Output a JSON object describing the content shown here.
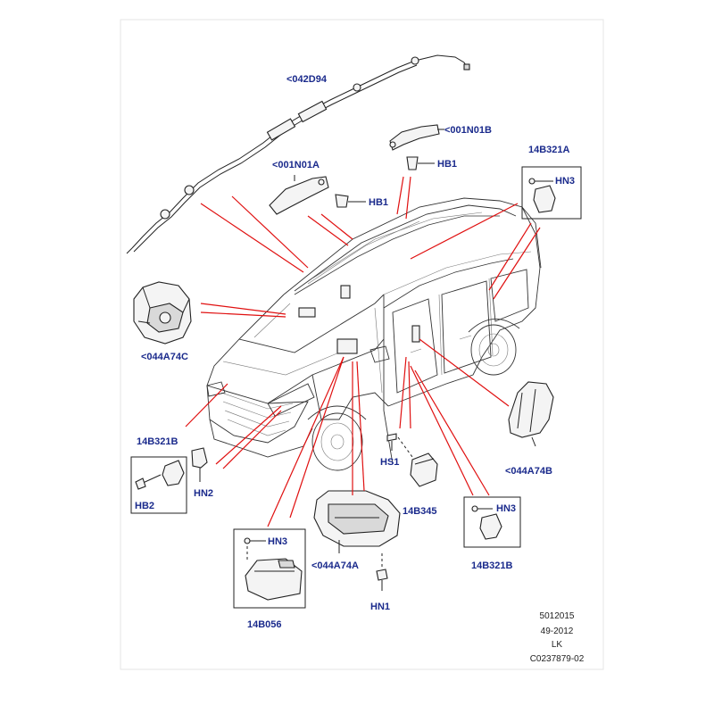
{
  "labels": {
    "curtain_airbag": "<042D94",
    "pretensioner_b_pillar": "<001N01B",
    "hb1_top": "HB1",
    "pretensioner_a": "<001N01A",
    "hb1_mid": "HB1",
    "sensor_14b321a": "14B321A",
    "hn3_topright": "HN3",
    "driver_airbag": "<044A74C",
    "sensor_14b321b": "14B321B",
    "hn2": "HN2",
    "hb2": "HB2",
    "hs1": "HS1",
    "module_14b345": "14B345",
    "hn3_right": "HN3",
    "sensor_14b321b_right": "14B321B",
    "seat_airbag": "<044A74B",
    "hn3_bottomleft": "HN3",
    "module_14b056": "14B056",
    "passenger_airbag": "<044A74A",
    "hn1": "HN1"
  },
  "meta": {
    "line1": "5012015",
    "line2": "49-2012",
    "line3": "LK",
    "line4": "C0237879-02"
  }
}
